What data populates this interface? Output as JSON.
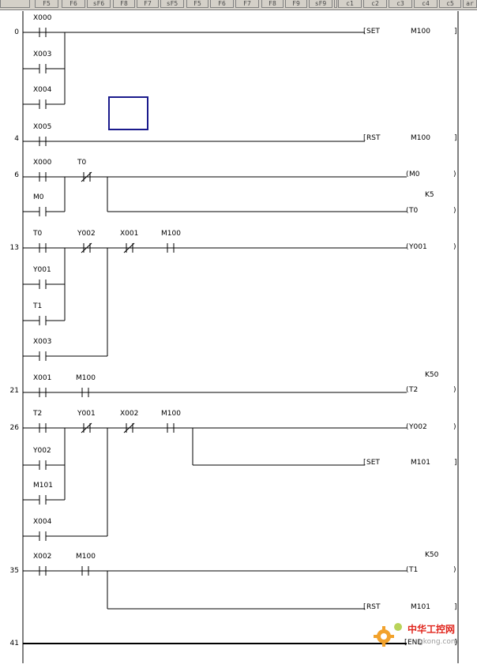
{
  "toolbar": {
    "keys": [
      "",
      "F5",
      "F6",
      "sF6",
      "F8",
      "F7",
      "sF5",
      "F5",
      "F6",
      "F7",
      "F8",
      "F9",
      "sF9",
      "",
      "c1",
      "c2",
      "c3",
      "c4",
      "c5",
      "ar"
    ]
  },
  "steps": [
    "0",
    "4",
    "6",
    "13",
    "21",
    "26",
    "35",
    "41"
  ],
  "contacts": [
    {
      "name": "X000",
      "kind": "no"
    },
    {
      "name": "X003",
      "kind": "no"
    },
    {
      "name": "X004",
      "kind": "no"
    },
    {
      "name": "X005",
      "kind": "no"
    },
    {
      "name": "X000",
      "kind": "no"
    },
    {
      "name": "T0",
      "kind": "nc"
    },
    {
      "name": "M0",
      "kind": "no"
    },
    {
      "name": "T0",
      "kind": "no"
    },
    {
      "name": "Y002",
      "kind": "nc"
    },
    {
      "name": "X001",
      "kind": "nc"
    },
    {
      "name": "M100",
      "kind": "no"
    },
    {
      "name": "Y001",
      "kind": "no"
    },
    {
      "name": "T1",
      "kind": "no"
    },
    {
      "name": "X003",
      "kind": "no"
    },
    {
      "name": "X001",
      "kind": "no"
    },
    {
      "name": "M100",
      "kind": "no"
    },
    {
      "name": "T2",
      "kind": "no"
    },
    {
      "name": "Y001",
      "kind": "nc"
    },
    {
      "name": "X002",
      "kind": "nc"
    },
    {
      "name": "M100",
      "kind": "no"
    },
    {
      "name": "Y002",
      "kind": "no"
    },
    {
      "name": "M101",
      "kind": "no"
    },
    {
      "name": "X004",
      "kind": "no"
    },
    {
      "name": "X002",
      "kind": "no"
    },
    {
      "name": "M100",
      "kind": "no"
    }
  ],
  "outputs": [
    {
      "kind": "instr",
      "op": "SET",
      "operand": "M100"
    },
    {
      "kind": "instr",
      "op": "RST",
      "operand": "M100"
    },
    {
      "kind": "coil",
      "label": "M0",
      "k": ""
    },
    {
      "kind": "coil",
      "label": "T0",
      "k": "K5"
    },
    {
      "kind": "coil",
      "label": "Y001",
      "k": ""
    },
    {
      "kind": "coil",
      "label": "T2",
      "k": "K50"
    },
    {
      "kind": "coil",
      "label": "Y002",
      "k": ""
    },
    {
      "kind": "instr",
      "op": "SET",
      "operand": "M101"
    },
    {
      "kind": "coil",
      "label": "T1",
      "k": "K50"
    },
    {
      "kind": "instr",
      "op": "RST",
      "operand": "M101"
    },
    {
      "kind": "end",
      "label": "END"
    }
  ],
  "watermark": {
    "line1": "中华工控网",
    "line2": "gkong.com"
  },
  "colors": {
    "wire": "#000000",
    "selection": "#1a1a8c",
    "toolbar": "#d4d0c8",
    "gear": "#f2a22c",
    "wm_red": "#e0241b"
  }
}
